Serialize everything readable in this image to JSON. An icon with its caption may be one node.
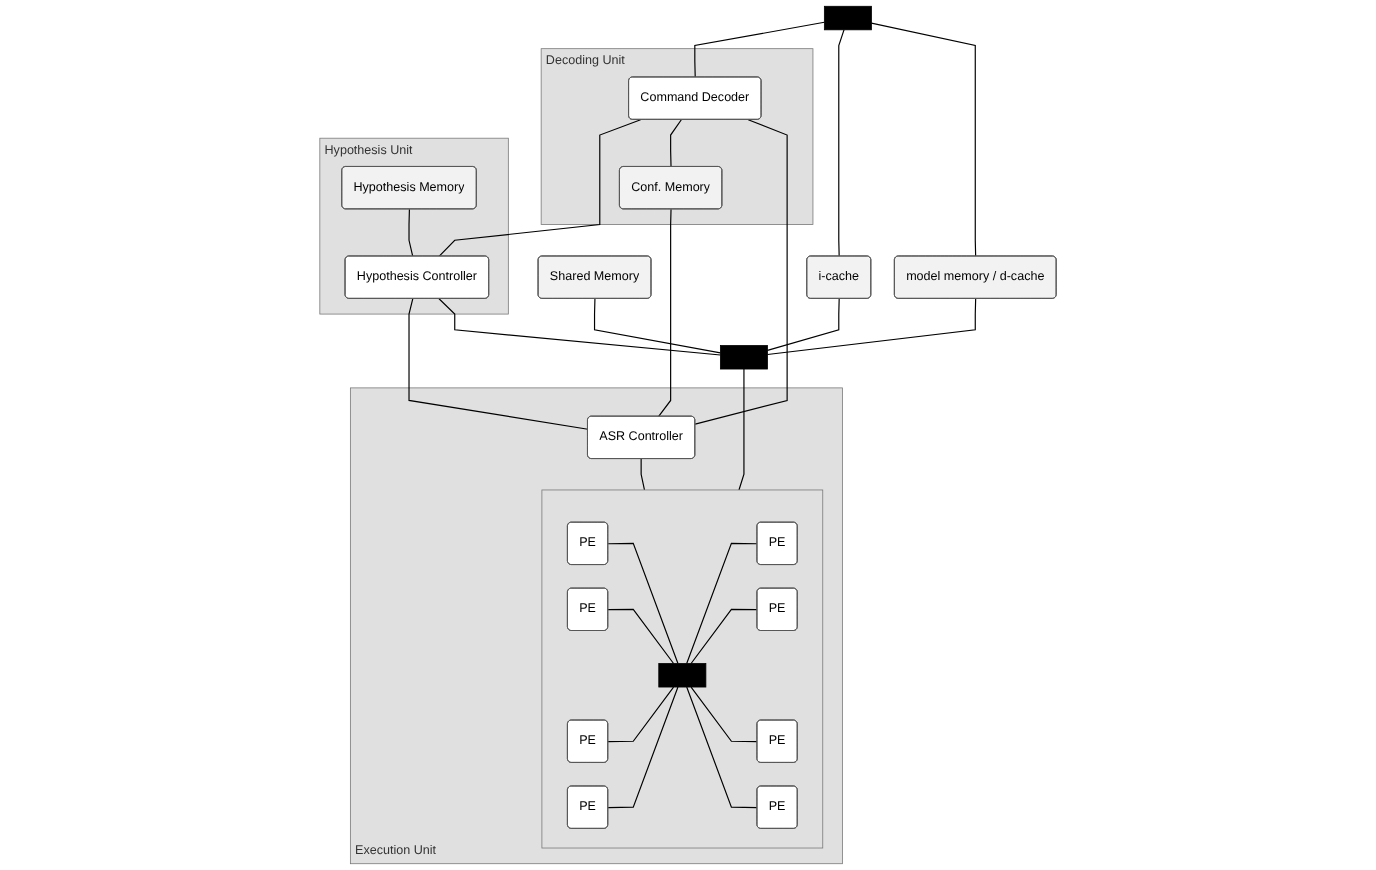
{
  "diagram": {
    "nodes": [
      {
        "text": [
          "Decoding Unit"
        ]
      },
      {
        "text": [
          "Command Decoder"
        ],
        "in": 0
      },
      {
        "text": [
          "Conf. Memory"
        ],
        "in": 0
      },
      {
        "text": [
          "Hypothesis Unit"
        ]
      },
      {
        "text": [
          "Hypothesis Memory"
        ],
        "in": 3
      },
      {
        "text": [
          "Hypothesis Controller"
        ],
        "in": 3
      },
      {
        "text": [
          "i-cache"
        ]
      },
      {
        "text": [
          "model memory / d-cache"
        ]
      },
      {
        "text": [
          "Shared Memory"
        ]
      },
      {
        "text": [
          "Execution Unit"
        ]
      },
      {
        "text": [
          "ASR Controller"
        ],
        "in": 9
      },
      {
        "text": [],
        "shape": "box",
        "in": 9
      },
      {
        "text": [
          "PE"
        ],
        "in": 11
      },
      {
        "text": [
          "PE"
        ],
        "in": 11
      },
      {
        "text": [
          "PE"
        ],
        "in": 11
      },
      {
        "text": [
          "PE"
        ],
        "in": 11
      },
      {
        "text": [
          "PE"
        ],
        "in": 11
      },
      {
        "text": [
          "PE"
        ],
        "in": 11
      },
      {
        "text": [
          "PE"
        ],
        "in": 11
      },
      {
        "text": [
          "PE"
        ],
        "in": 11
      },
      {
        "text": [],
        "shape": "bar"
      },
      {
        "text": [],
        "shape": "bar"
      },
      {
        "text": [],
        "shape": "bar",
        "in": 11
      }
    ],
    "edges": [
      {
        "from": 20,
        "to": 1,
        "arrow": "none"
      },
      {
        "from": 1,
        "to": 5,
        "arrow": "none"
      },
      {
        "from": 1,
        "to": 2,
        "arrow": "none"
      },
      {
        "from": 4,
        "to": 5,
        "arrow": "none"
      },
      {
        "from": 20,
        "to": 6,
        "arrow": "none"
      },
      {
        "from": 20,
        "to": 7,
        "arrow": "none"
      },
      {
        "from": 2,
        "to": 10,
        "arrow": "none"
      },
      {
        "from": 1,
        "to": 10,
        "arrow": "none"
      },
      {
        "from": 5,
        "to": 10,
        "arrow": "none"
      },
      {
        "from": 5,
        "to": 21,
        "arrow": "none"
      },
      {
        "from": 6,
        "to": 21,
        "arrow": "none"
      },
      {
        "from": 7,
        "to": 21,
        "arrow": "none"
      },
      {
        "from": 8,
        "to": 21,
        "arrow": "none"
      },
      {
        "from": 21,
        "to": 11,
        "arrow": "none"
      },
      {
        "from": 10,
        "to": 11,
        "arrow": "none"
      },
      {
        "from": 12,
        "to": 22,
        "arrow": "none"
      },
      {
        "from": 13,
        "to": 22,
        "arrow": "none"
      },
      {
        "from": 14,
        "to": 22,
        "arrow": "none"
      },
      {
        "from": 15,
        "to": 22,
        "arrow": "none"
      },
      {
        "from": 22,
        "to": 16,
        "arrow": "none"
      },
      {
        "from": 22,
        "to": 17,
        "arrow": "none"
      },
      {
        "from": 22,
        "to": 18,
        "arrow": "none"
      },
      {
        "from": 22,
        "to": 19,
        "arrow": "none"
      }
    ]
  }
}
